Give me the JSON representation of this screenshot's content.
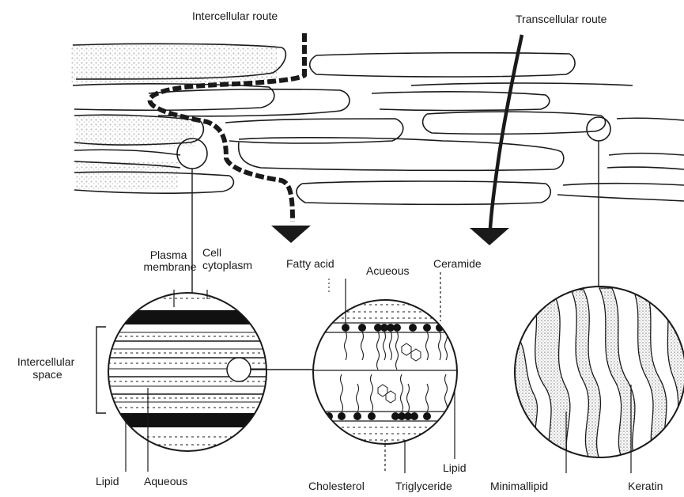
{
  "routes": {
    "intercellular": "Intercellular route",
    "transcellular": "Transcellular route"
  },
  "left_inset": {
    "plasma_membrane": "Plasma\nmembrane",
    "cell_cytoplasm": "Cell\ncytoplasm",
    "intercellular_space": "Intercellular\nspace",
    "lipid": "Lipid",
    "aqueous": "Aqueous"
  },
  "middle_inset": {
    "fatty_acid": "Fatty acid",
    "aqueous": "Acueous",
    "ceramide": "Ceramide",
    "cholesterol": "Cholesterol",
    "triglyceride": "Triglyceride",
    "lipid": "Lipid"
  },
  "right_inset": {
    "minimal_lipid": "Minimallipid",
    "keratin": "Keratin"
  },
  "colors": {
    "ink": "#1a1a1a",
    "stipple": "#bdbdbd"
  }
}
